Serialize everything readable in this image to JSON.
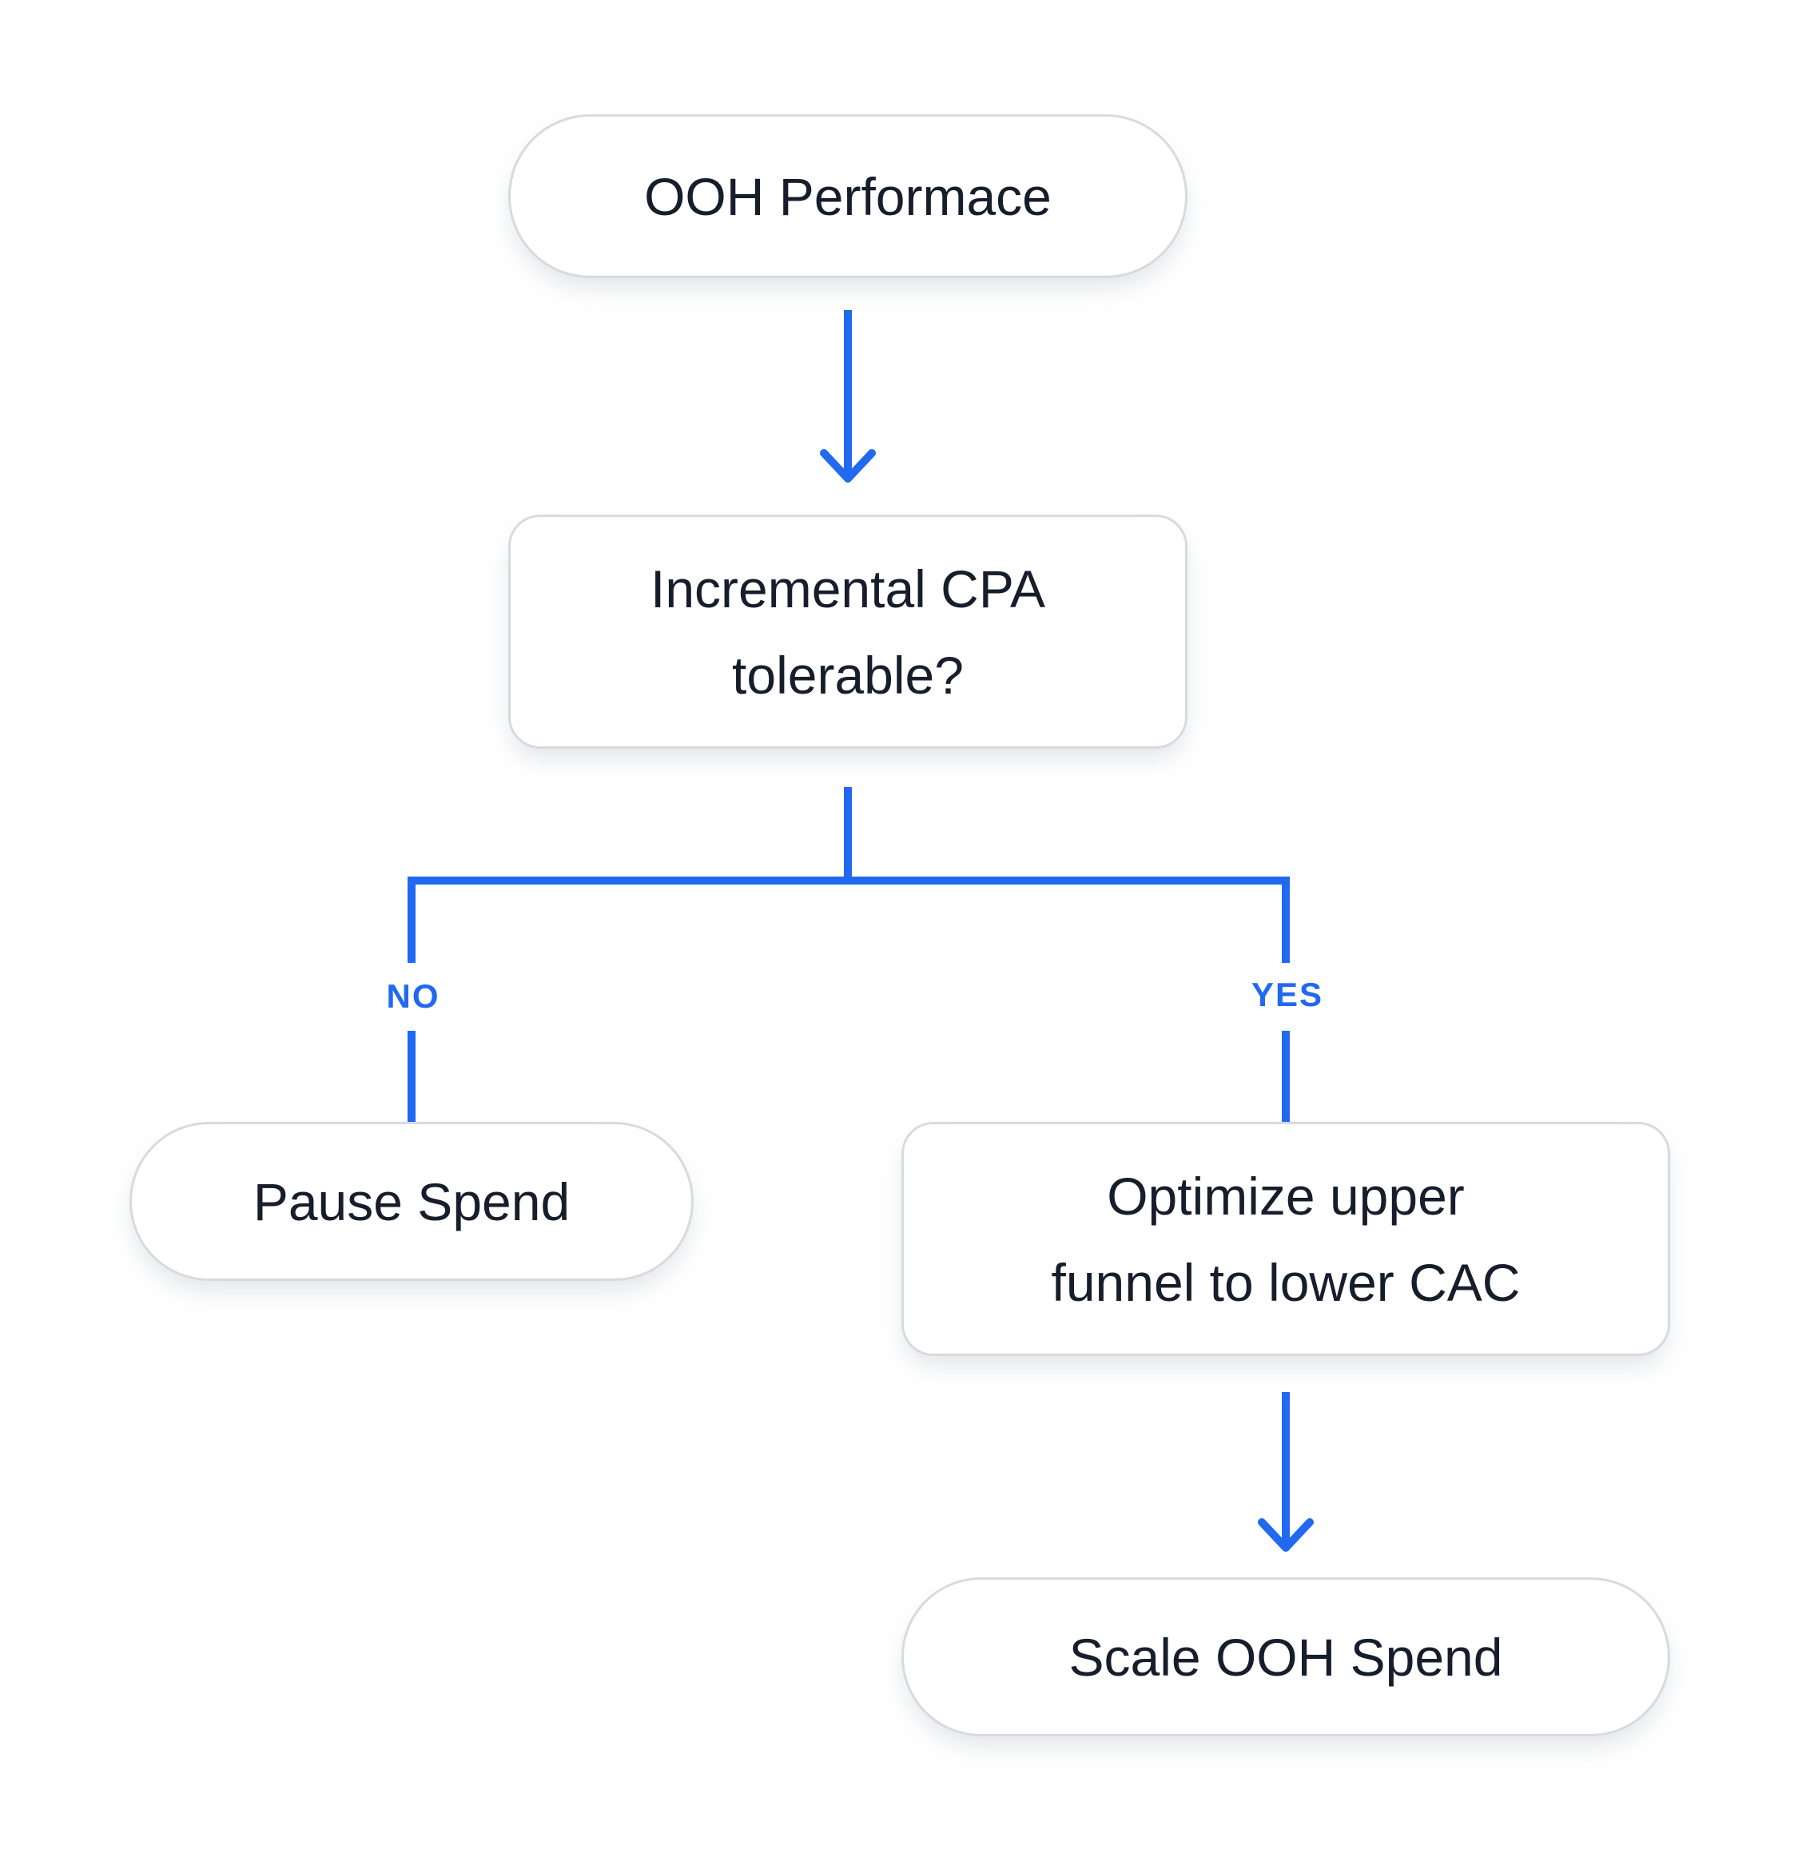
{
  "flowchart": {
    "nodes": {
      "root": {
        "label": "OOH Performace"
      },
      "decision": {
        "line1": "Incremental CPA",
        "line2": "tolerable?"
      },
      "pause": {
        "label": "Pause Spend"
      },
      "optimize": {
        "line1": "Optimize upper",
        "line2": "funnel to lower CAC"
      },
      "scale": {
        "label": "Scale OOH Spend"
      }
    },
    "branch_labels": {
      "no": "NO",
      "yes": "YES"
    },
    "colors": {
      "connector_blue": "#2069F0",
      "node_border": "#D8DADE",
      "node_text": "#161D2B",
      "background": "#FFFFFF"
    }
  }
}
